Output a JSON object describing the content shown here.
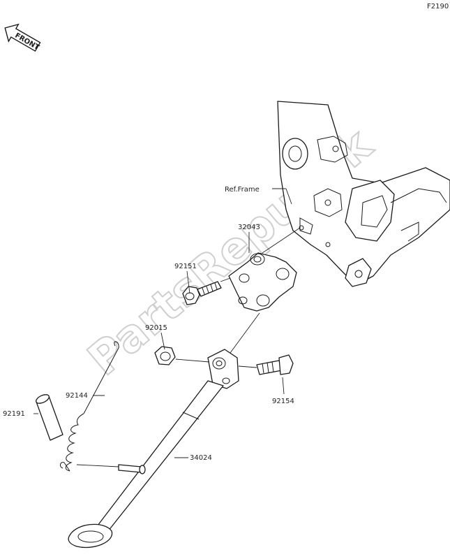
{
  "figure_code": "F2190",
  "front_badge": "FRONT",
  "watermark": "PartsRepublik",
  "ref_frame_label": "Ref.Frame",
  "parts": [
    {
      "id": "32043"
    },
    {
      "id": "92151"
    },
    {
      "id": "92015"
    },
    {
      "id": "92144"
    },
    {
      "id": "92191"
    },
    {
      "id": "92154"
    },
    {
      "id": "34024"
    }
  ]
}
